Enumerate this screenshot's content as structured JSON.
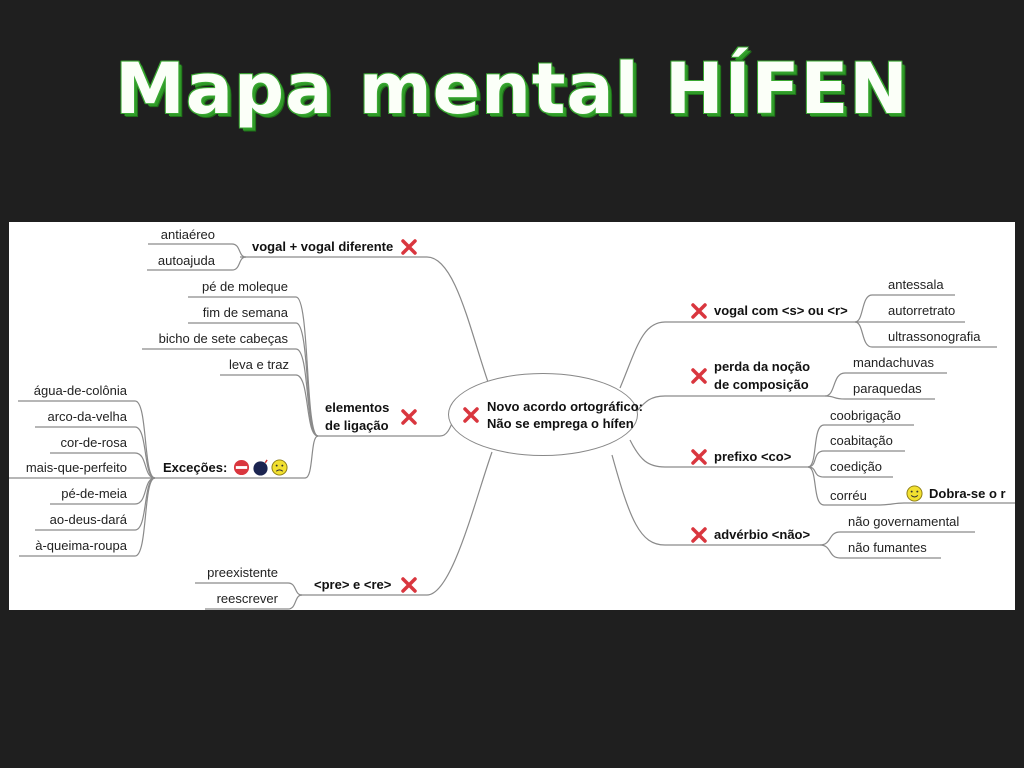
{
  "title": "Mapa mental HÍFEN",
  "colors": {
    "background": "#1f1f1f",
    "title_fill": "#fbfff8",
    "title_outline": "#3aa832",
    "x_icon": "#d9363e"
  },
  "center": {
    "line1": "Novo acordo ortográfico:",
    "line2": "Não se emprega o hífen",
    "icon": "x-icon"
  },
  "left": {
    "vogal_vogal": {
      "label": "vogal + vogal diferente",
      "children": [
        "antiaéreo",
        "autoajuda"
      ]
    },
    "elementos": {
      "line1": "elementos",
      "line2": "de ligação",
      "children": [
        "pé de moleque",
        "fim de semana",
        "bicho de sete cabeças",
        "leva e traz"
      ]
    },
    "excecoes": {
      "label": "Exceções:",
      "icons": [
        "no-entry-icon",
        "bomb-icon",
        "sad-face-icon"
      ],
      "children": [
        "água-de-colônia",
        "arco-da-velha",
        "cor-de-rosa",
        "mais-que-perfeito",
        "pé-de-meia",
        "ao-deus-dará",
        "à-queima-roupa"
      ]
    },
    "pre_re": {
      "label": "<pre> e <re>",
      "children": [
        "preexistente",
        "reescrever"
      ]
    }
  },
  "right": {
    "vogal_sr": {
      "label": "vogal com <s> ou <r>",
      "children": [
        "antessala",
        "autorretrato",
        "ultrassonografia"
      ]
    },
    "perda": {
      "line1": "perda da noção",
      "line2": "de composição",
      "children": [
        "mandachuvas",
        "paraquedas"
      ]
    },
    "prefixo": {
      "label": "prefixo <co>",
      "children": [
        "coobrigação",
        "coabitação",
        "coedição",
        "corréu"
      ],
      "note": "Dobra-se o r"
    },
    "adverbio": {
      "label": "advérbio <não>",
      "children": [
        "não governamental",
        "não fumantes"
      ]
    }
  }
}
